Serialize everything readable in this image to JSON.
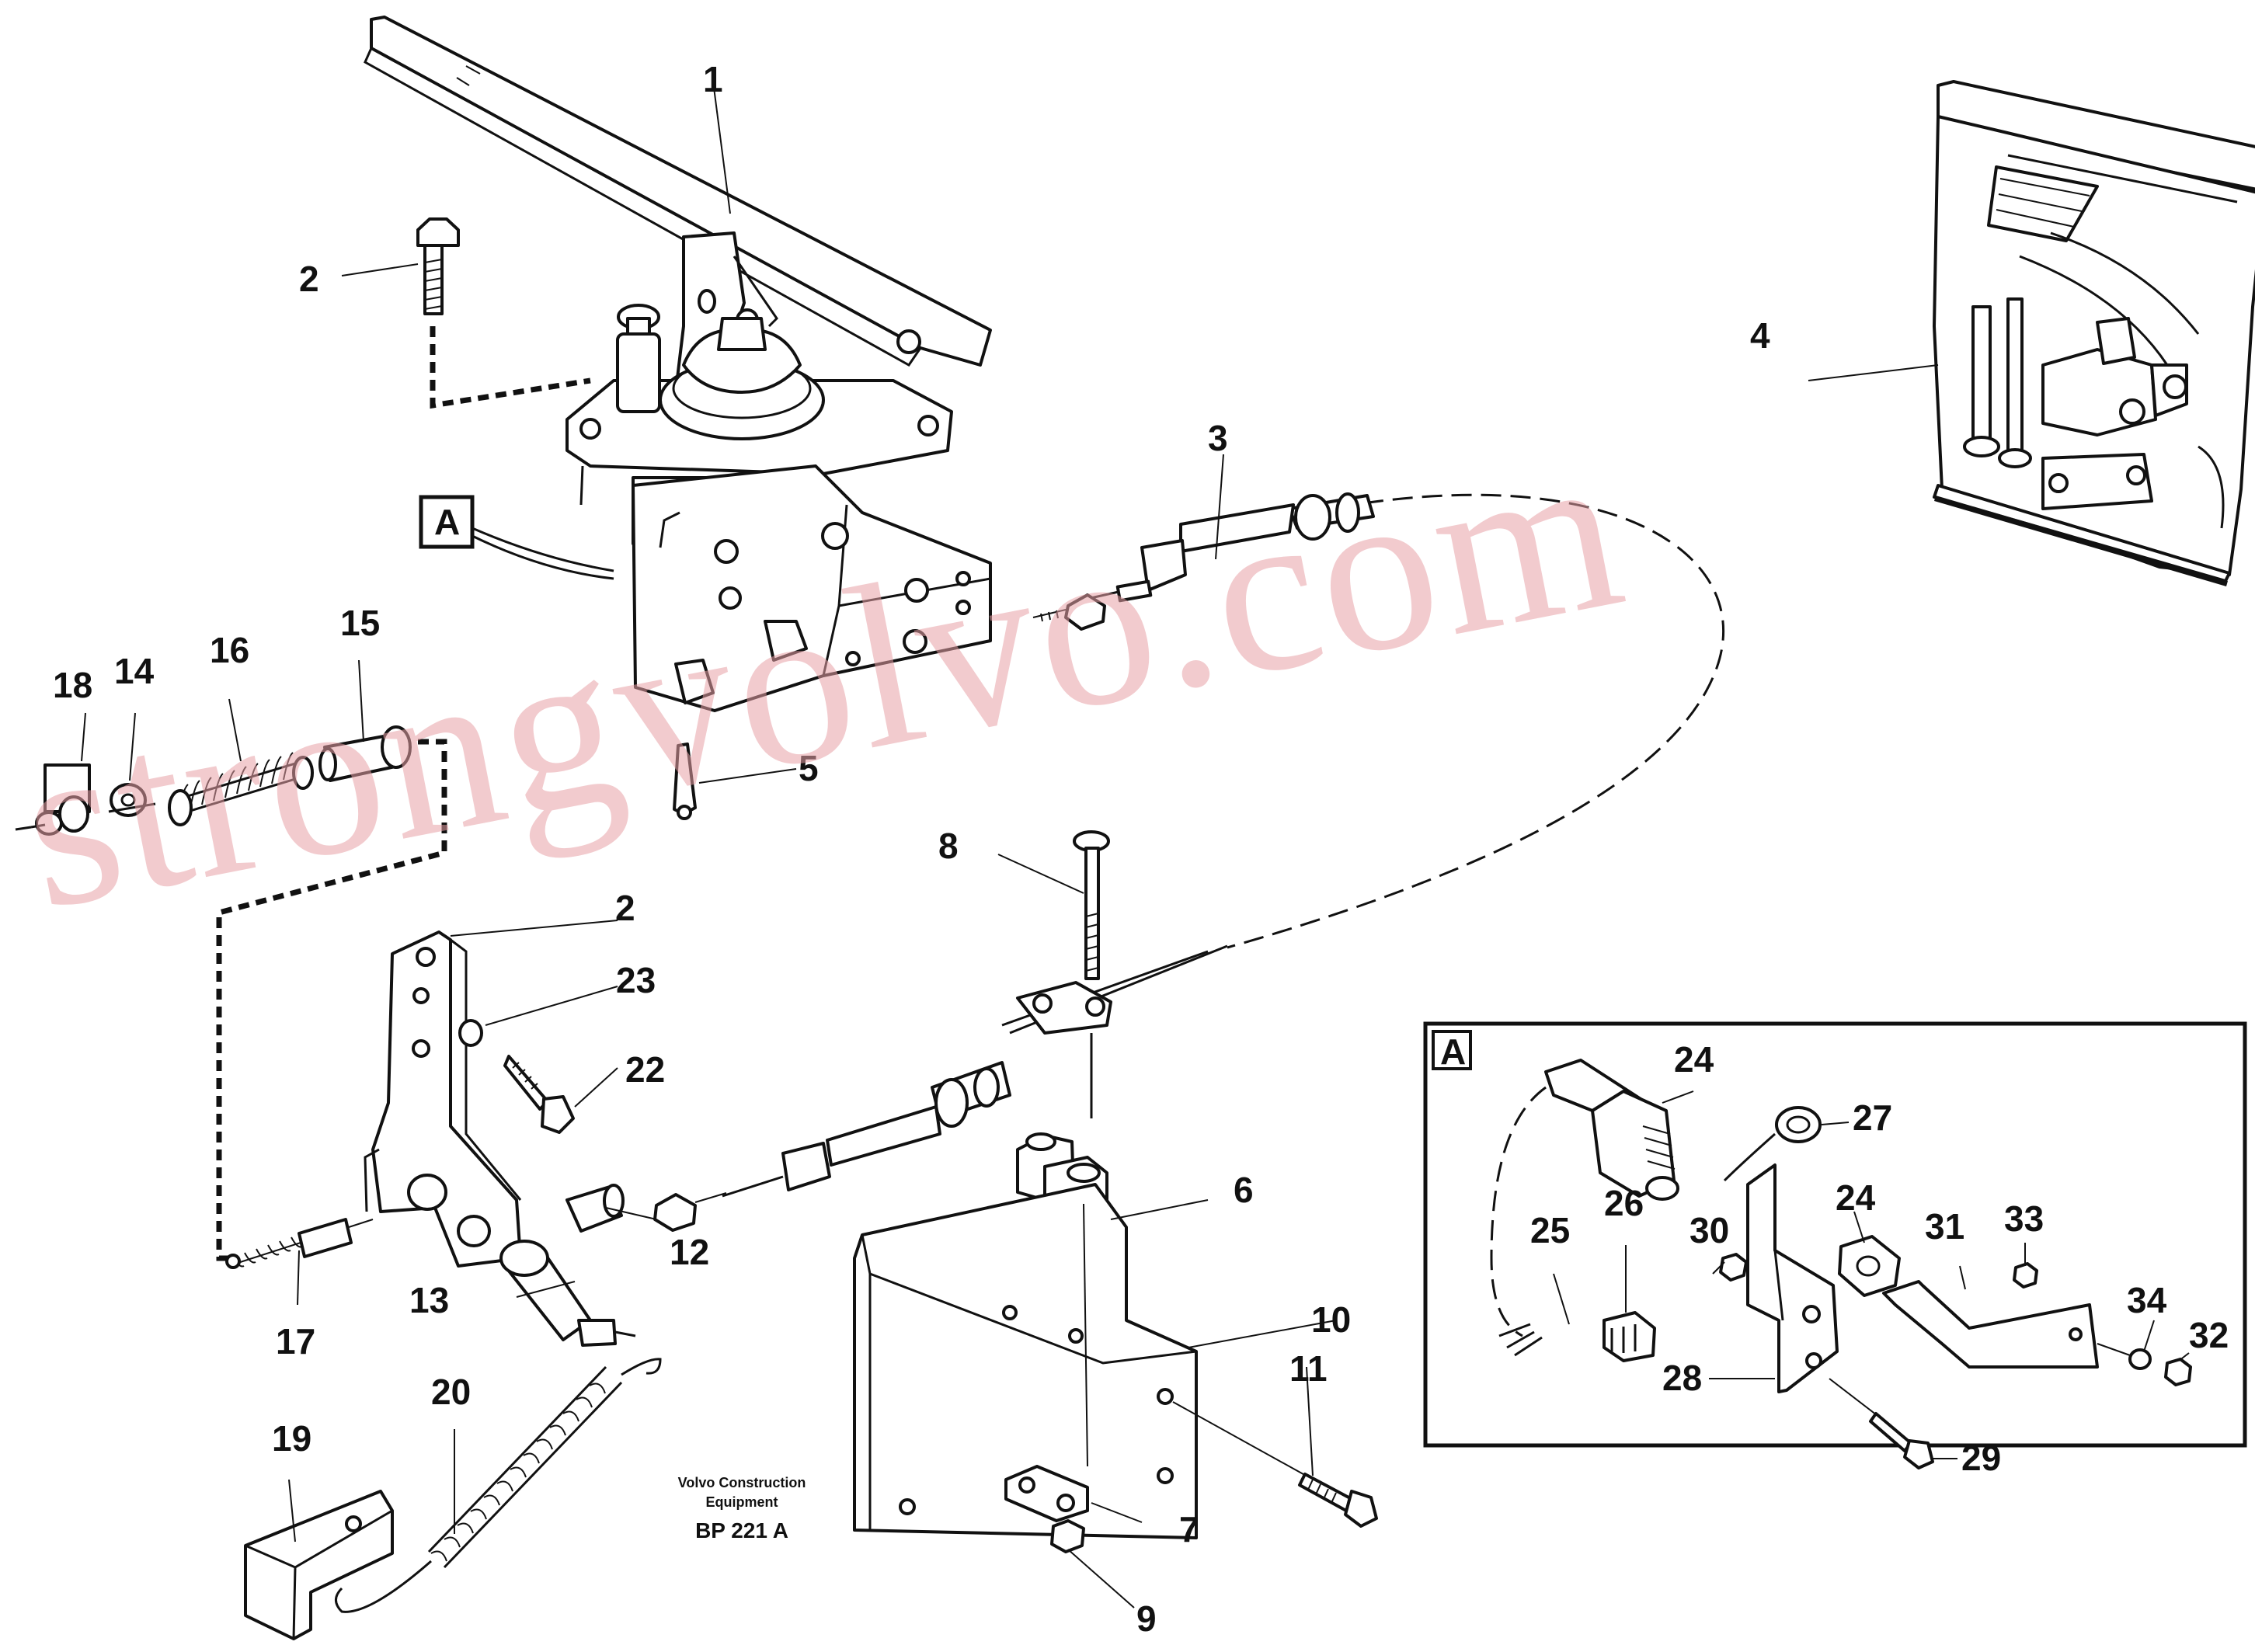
{
  "labels": [
    {
      "id": "1",
      "text": "1"
    },
    {
      "id": "2a",
      "text": "2"
    },
    {
      "id": "2b",
      "text": "2"
    },
    {
      "id": "3",
      "text": "3"
    },
    {
      "id": "4",
      "text": "4"
    },
    {
      "id": "5",
      "text": "5"
    },
    {
      "id": "6",
      "text": "6"
    },
    {
      "id": "7",
      "text": "7"
    },
    {
      "id": "8",
      "text": "8"
    },
    {
      "id": "9",
      "text": "9"
    },
    {
      "id": "10",
      "text": "10"
    },
    {
      "id": "11",
      "text": "11"
    },
    {
      "id": "12",
      "text": "12"
    },
    {
      "id": "13",
      "text": "13"
    },
    {
      "id": "14",
      "text": "14"
    },
    {
      "id": "15",
      "text": "15"
    },
    {
      "id": "16",
      "text": "16"
    },
    {
      "id": "17",
      "text": "17"
    },
    {
      "id": "18",
      "text": "18"
    },
    {
      "id": "19",
      "text": "19"
    },
    {
      "id": "20",
      "text": "20"
    },
    {
      "id": "22",
      "text": "22"
    },
    {
      "id": "23",
      "text": "23"
    },
    {
      "id": "24a",
      "text": "24"
    },
    {
      "id": "24b",
      "text": "24"
    },
    {
      "id": "25",
      "text": "25"
    },
    {
      "id": "26",
      "text": "26"
    },
    {
      "id": "27",
      "text": "27"
    },
    {
      "id": "28",
      "text": "28"
    },
    {
      "id": "29",
      "text": "29"
    },
    {
      "id": "30",
      "text": "30"
    },
    {
      "id": "31",
      "text": "31"
    },
    {
      "id": "32",
      "text": "32"
    },
    {
      "id": "33",
      "text": "33"
    },
    {
      "id": "34",
      "text": "34"
    }
  ],
  "detail_marker": "A",
  "caption": {
    "line1": "Volvo Construction",
    "line2": "Equipment",
    "code": "BP 221 A"
  },
  "watermark": "strongvolvo.com"
}
